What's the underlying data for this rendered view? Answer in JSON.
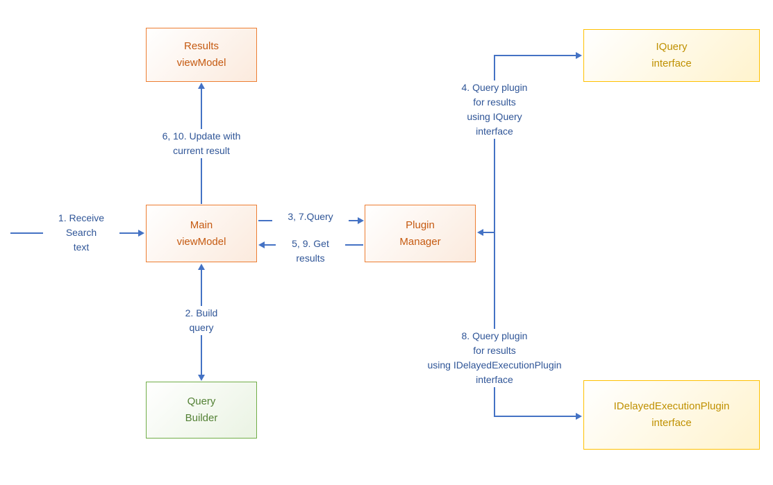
{
  "diagram": {
    "line_color": "#4472C4",
    "edge_label_color": "#2F5597",
    "nodes": [
      {
        "id": "results-viewmodel",
        "lines": [
          "Results",
          "viewModel"
        ],
        "border_color": "#ED7D31",
        "fill_color": "#FBEADD",
        "text_color": "#C55A11"
      },
      {
        "id": "iquery-interface",
        "lines": [
          "IQuery",
          "interface"
        ],
        "border_color": "#FFC000",
        "fill_color": "#FFF3CD",
        "text_color": "#BF9000"
      },
      {
        "id": "main-viewmodel",
        "lines": [
          "Main",
          "viewModel"
        ],
        "border_color": "#ED7D31",
        "fill_color": "#FBEADD",
        "text_color": "#C55A11"
      },
      {
        "id": "plugin-manager",
        "lines": [
          "Plugin",
          "Manager"
        ],
        "border_color": "#ED7D31",
        "fill_color": "#FBEADD",
        "text_color": "#C55A11"
      },
      {
        "id": "query-builder",
        "lines": [
          "Query",
          "Builder"
        ],
        "border_color": "#70AD47",
        "fill_color": "#EAF3E3",
        "text_color": "#538135"
      },
      {
        "id": "idelayedexecutionplugin-interface",
        "lines": [
          "IDelayedExecutionPlugin",
          "interface"
        ],
        "border_color": "#FFC000",
        "fill_color": "#FFF3CD",
        "text_color": "#BF9000"
      }
    ],
    "edge_labels": [
      {
        "id": "receive-search-text",
        "lines": [
          "1. Receive",
          "Search",
          "text"
        ]
      },
      {
        "id": "update-with-current-result",
        "lines": [
          "6, 10. Update with",
          "current result"
        ]
      },
      {
        "id": "query",
        "lines": [
          "3, 7.Query"
        ]
      },
      {
        "id": "get-results",
        "lines": [
          "5, 9. Get",
          "results"
        ]
      },
      {
        "id": "build-query",
        "lines": [
          "2. Build",
          "query"
        ]
      },
      {
        "id": "query-plugin-iquery",
        "lines": [
          "4. Query plugin",
          "for results",
          "using IQuery",
          "interface"
        ]
      },
      {
        "id": "query-plugin-idelayed",
        "lines": [
          "8. Query plugin",
          "for results",
          "using IDelayedExecutionPlugin",
          "interface"
        ]
      }
    ]
  }
}
